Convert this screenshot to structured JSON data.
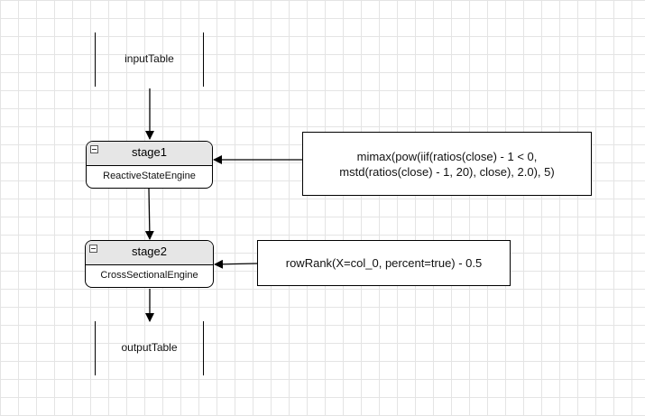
{
  "input_table": {
    "label": "inputTable"
  },
  "output_table": {
    "label": "outputTable"
  },
  "stages": [
    {
      "title": "stage1",
      "engine": "ReactiveStateEngine"
    },
    {
      "title": "stage2",
      "engine": "CrossSectionalEngine"
    }
  ],
  "notes": [
    {
      "lines": [
        "mimax(pow(iif(ratios(close) - 1 < 0,",
        "mstd(ratios(close) - 1, 20), close), 2.0), 5)"
      ]
    },
    {
      "lines": [
        "rowRank(X=col_0, percent=true) - 0.5"
      ]
    }
  ]
}
